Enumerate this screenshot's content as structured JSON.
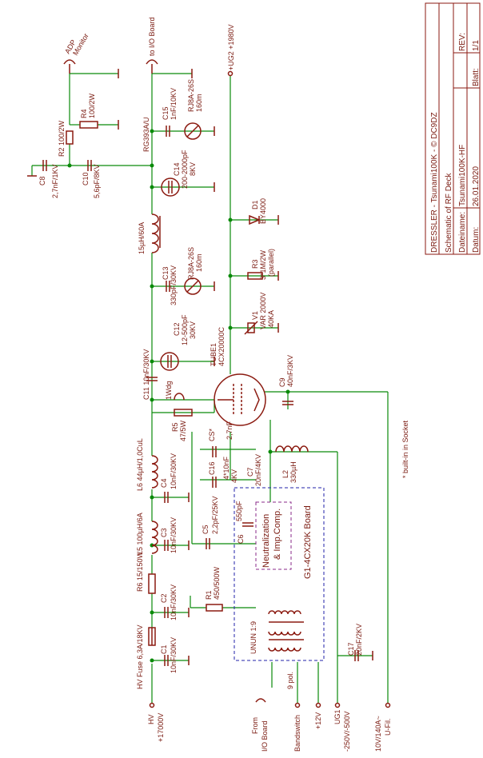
{
  "title_block": {
    "title": "DRESSLER - Tsunami100K - © DC9DZ",
    "subtitle": "Schematic of RF Deck",
    "dateiname_label": "Dateiname:",
    "dateiname_value": "Tsunami100K-HF",
    "datum_label": "Datum:",
    "datum_value": "26.01.2020",
    "rev_label": "REV:",
    "blatt_label": "Blatt:",
    "blatt_value": "1/1"
  },
  "rails": {
    "ug2": "+UG2  +1980V",
    "io_board": "to I/O Board",
    "adp": "ADP",
    "monitor": "Monitor"
  },
  "components": {
    "r4": "R4",
    "r4_val": "100/2W",
    "r2": "R2 100/2W",
    "c8": "C8",
    "c8_val": "2,7nF/1KV",
    "c10": "C10",
    "c10_val": "5,6pF/8KV",
    "rg393": "RG393A/U",
    "c15": "C15",
    "c15_val": "1nF/10KV",
    "rj8a_1": "RJ8A-26S",
    "rj8a_1_len": "160m",
    "c14": "C14",
    "c14_val": "200-2000pF",
    "c14_v": "8KV",
    "l_main": "15µH/60A",
    "c13": "C13",
    "c13_val": "330pF/30KV",
    "rj8a_2": "RJ8A-26S",
    "rj8a_2_len": "160m",
    "c12": "C12",
    "c12_val": "12-500pF",
    "c12_v": "30KV",
    "c11": "C11 10nF/30KV",
    "tube": "TUBE1",
    "tube_type": "4CX20000C",
    "wdg": "1Wdg",
    "r5": "R5",
    "r5_val": "47/5W",
    "cs": "CS*",
    "cs_val": "2,7nF",
    "c16": "C16",
    "c16_val": "4*10nF",
    "c16_v": "4KV",
    "c7": "C7",
    "c7_val": "20nF/4KV",
    "l2": "L2",
    "l2_val": "330µH",
    "c9": "C9",
    "c9_val": "40nF/3KV",
    "builtin": "* built-in in Socket",
    "d1": "D1",
    "d1_val": "BY4000",
    "r3": "R3",
    "r3_val": "3*1M/2W",
    "r3_par": "(parallel)",
    "v1": "V1",
    "v1_val": "VAR 2000V",
    "v1_ka": "40KA",
    "l6": "L6 44µH/1,0CuL",
    "c4": "C4",
    "c4_val": "10nF/30KV",
    "c5": "C5",
    "c5_val": "2,2pF/25KV",
    "c6": "C6",
    "c6_val": "550pF",
    "l5": "L5 100µH/6A",
    "c3": "C3",
    "c3_val": "10nF/30KV",
    "r6": "R6 15/150W",
    "c2": "C2",
    "c2_val": "10nF/30KV",
    "r1": "R1",
    "r1_val": "450/500W",
    "fuse": "HV Fuse 6,3A/18KV",
    "c1": "C1",
    "c1_val": "10nF/30KV",
    "c17": "C17",
    "c17_val": "20nF/2KV",
    "neut1": "Neutralization",
    "neut2": "& Imp.Comp.",
    "g1board": "G1-4CX20K Board",
    "unun": "UNUN 1:9",
    "pol": "9 pol."
  },
  "connectors": {
    "hv": "HV",
    "hv_v": "+17000V",
    "from_io": "From",
    "from_io2": "I/O Board",
    "bandswitch": "Bandswitch",
    "p12": "+12V",
    "ug1": "UG1",
    "ug1_v": "-250V/-500V",
    "fil": "10V/140A~",
    "fil2": "U-Fil."
  }
}
